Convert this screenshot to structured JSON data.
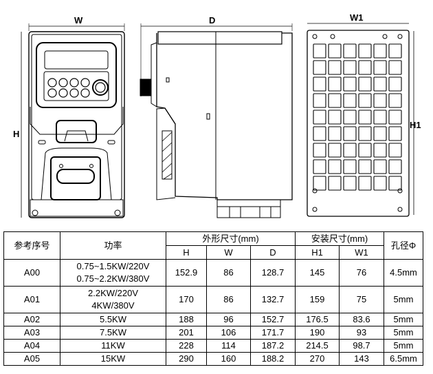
{
  "drawing": {
    "front_width_label": "W",
    "height_label": "H",
    "depth_label": "D",
    "mount_width_label": "W1",
    "mount_height_label": "H1"
  },
  "table": {
    "headers": {
      "ref": "参考序号",
      "power": "功率",
      "outer": "外形尺寸(mm)",
      "mount": "安装尺寸(mm)",
      "hole": "孔径Φ",
      "H": "H",
      "W": "W",
      "D": "D",
      "H1": "H1",
      "W1": "W1"
    },
    "rows": [
      {
        "ref": "A00",
        "power1": "0.75~1.5KW/220V",
        "power2": "0.75~2.2KW/380V",
        "H": "152.9",
        "W": "86",
        "D": "128.7",
        "H1": "145",
        "W1": "76",
        "hole": "4.5mm"
      },
      {
        "ref": "A01",
        "power1": "2.2KW/220V",
        "power2": "4KW/380V",
        "H": "170",
        "W": "86",
        "D": "132.7",
        "H1": "159",
        "W1": "75",
        "hole": "5mm"
      },
      {
        "ref": "A02",
        "power1": "5.5KW",
        "H": "188",
        "W": "96",
        "D": "152.7",
        "H1": "176.5",
        "W1": "83.6",
        "hole": "5mm"
      },
      {
        "ref": "A03",
        "power1": "7.5KW",
        "H": "201",
        "W": "106",
        "D": "171.7",
        "H1": "190",
        "W1": "93",
        "hole": "5mm"
      },
      {
        "ref": "A04",
        "power1": "11KW",
        "H": "228",
        "W": "114",
        "D": "187.2",
        "H1": "214.5",
        "W1": "98.7",
        "hole": "5mm"
      },
      {
        "ref": "A05",
        "power1": "15KW",
        "H": "290",
        "W": "160",
        "D": "188.2",
        "H1": "270",
        "W1": "143",
        "hole": "6.5mm"
      }
    ]
  }
}
